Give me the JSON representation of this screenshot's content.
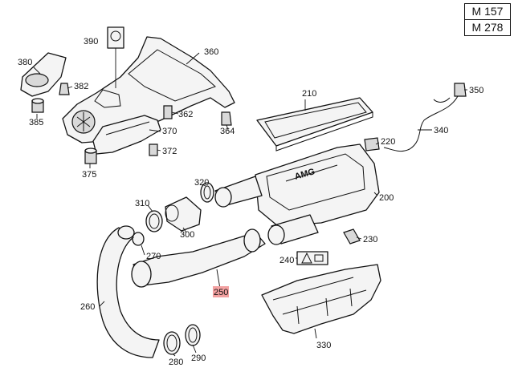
{
  "models": [
    "M 157",
    "M 278"
  ],
  "callouts": {
    "p380": "380",
    "p390": "390",
    "p360": "360",
    "p382": "382",
    "p385": "385",
    "p362": "362",
    "p364": "364",
    "p370": "370",
    "p372": "372",
    "p375": "375",
    "p210": "210",
    "p350": "350",
    "p340": "340",
    "p220": "220",
    "p200": "200",
    "p310": "310",
    "p320": "320",
    "p300": "300",
    "p230": "230",
    "p270": "270",
    "p240": "240",
    "p250": "250",
    "p260": "260",
    "p330": "330",
    "p280": "280",
    "p290": "290"
  },
  "highlight_color": "#f3a1a1"
}
